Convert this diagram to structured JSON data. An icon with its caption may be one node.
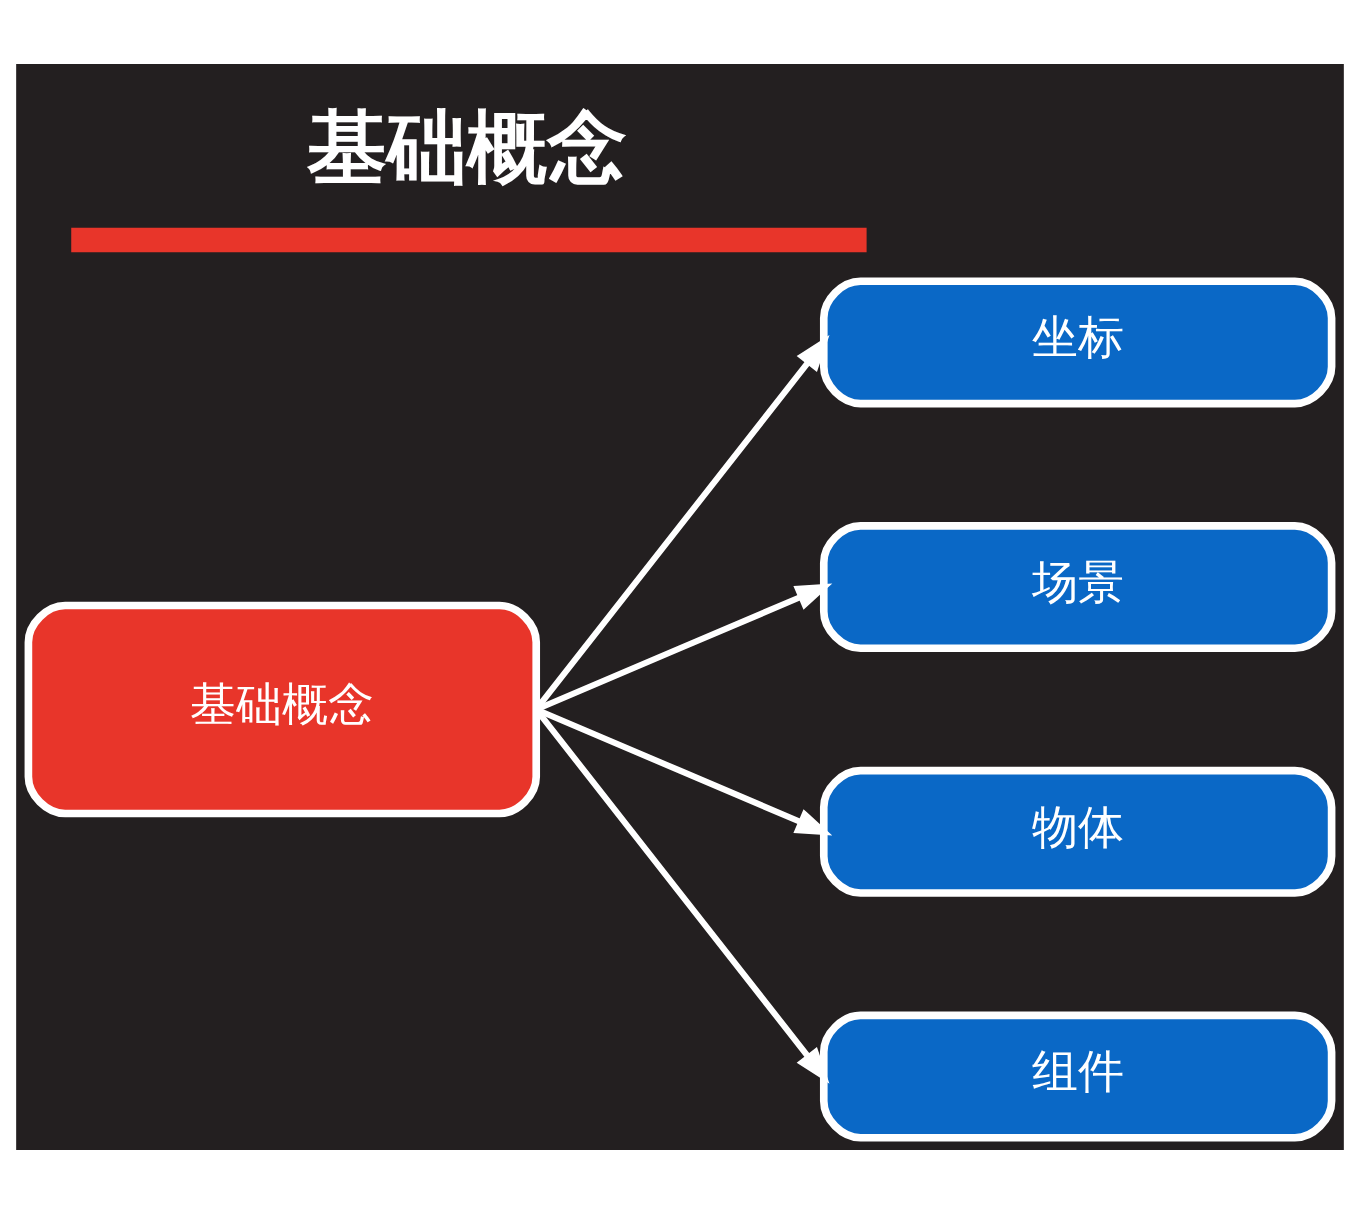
{
  "diagram": {
    "title": "基础概念",
    "nodes": [
      {
        "text": [
          "基础概念"
        ]
      },
      {
        "text": [
          "坐标"
        ]
      },
      {
        "text": [
          "场景"
        ]
      },
      {
        "text": [
          "物体"
        ]
      },
      {
        "text": [
          "组件"
        ]
      }
    ],
    "edges": [
      {
        "from": 0,
        "to": 1,
        "arrow": "to"
      },
      {
        "from": 0,
        "to": 2,
        "arrow": "to"
      },
      {
        "from": 0,
        "to": 3,
        "arrow": "to"
      },
      {
        "from": 0,
        "to": 4,
        "arrow": "to"
      }
    ]
  }
}
